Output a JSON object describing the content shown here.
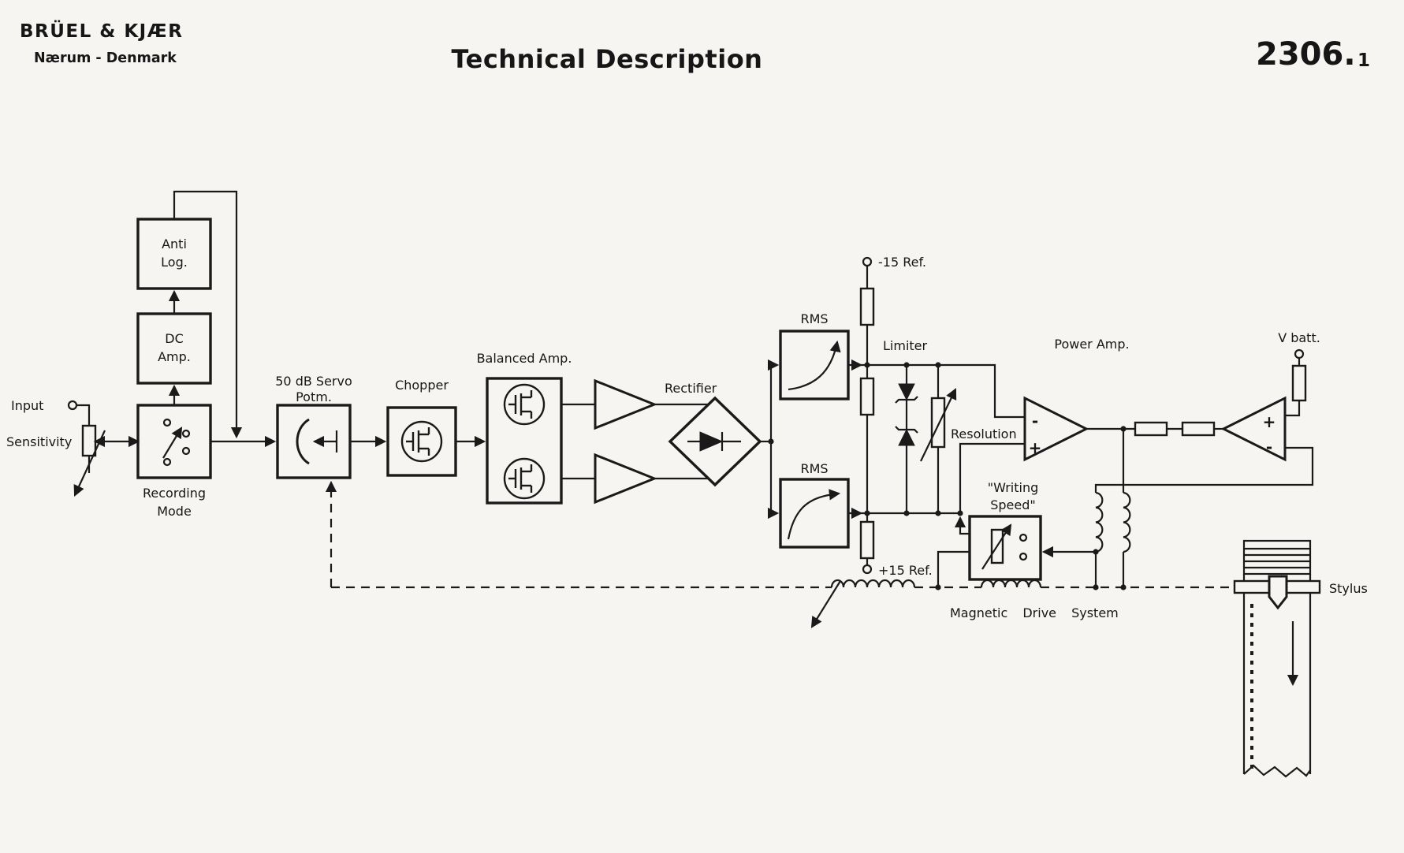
{
  "header": {
    "brand1": "BRÜEL & KJÆR",
    "brand2": "Nærum - Denmark",
    "title": "Technical Description",
    "model": "2306.",
    "model_sub": "1"
  },
  "diagram": {
    "colors": {
      "ink": "#1a1a1a",
      "paper": "#f6f5f2"
    },
    "labels": {
      "input": "Input",
      "sensitivity": "Sensitivity",
      "recording1": "Recording",
      "recording2": "Mode",
      "dc1": "DC",
      "dc2": "Amp.",
      "anti1": "Anti",
      "anti2": "Log.",
      "servo1": "50 dB Servo",
      "servo2": "Potm.",
      "chopper": "Chopper",
      "balanced": "Balanced Amp.",
      "rectifier": "Rectifier",
      "rms_top": "RMS",
      "rms_bottom": "RMS",
      "ref_neg": "-15 Ref.",
      "ref_pos": "+15 Ref.",
      "limiter": "Limiter",
      "resolution": "Resolution",
      "power_amp": "Power Amp.",
      "v_batt": "V batt.",
      "writing1": "\"Writing",
      "writing2": "Speed\"",
      "magnetic": "Magnetic Drive System",
      "stylus": "Stylus",
      "plus": "+",
      "minus": "-"
    }
  }
}
